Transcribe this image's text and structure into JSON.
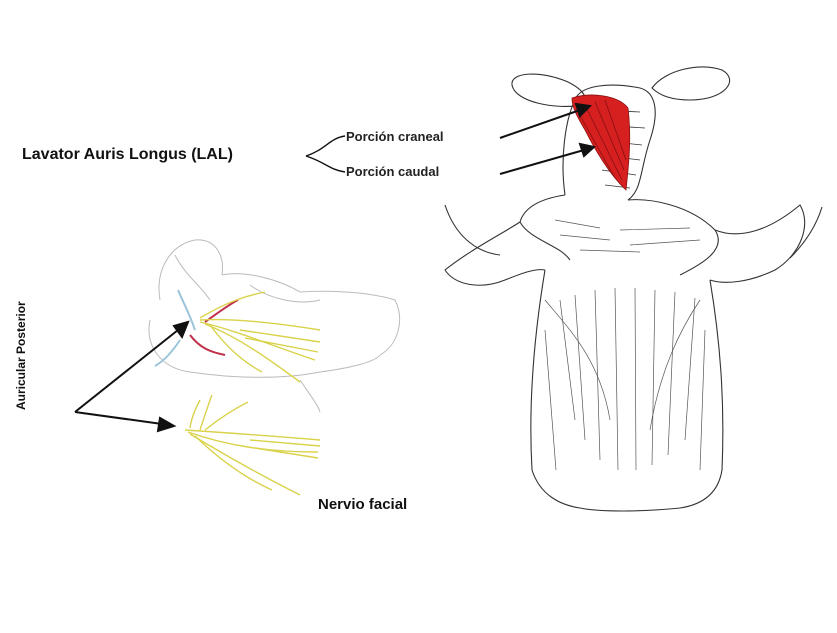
{
  "labels": {
    "main": "Lavator Auris Longus (LAL)",
    "portion_cranial": "Porción craneal",
    "portion_caudal": "Porción caudal",
    "facial_nerve": "Nervio facial",
    "posterior_auricular": "Auricular Posterior"
  },
  "colors": {
    "muscle": "#d62020",
    "nerve": "#d9d24a",
    "vessel_red": "#c0304a",
    "vessel_blue": "#9cc4dc",
    "outline": "#555555"
  }
}
